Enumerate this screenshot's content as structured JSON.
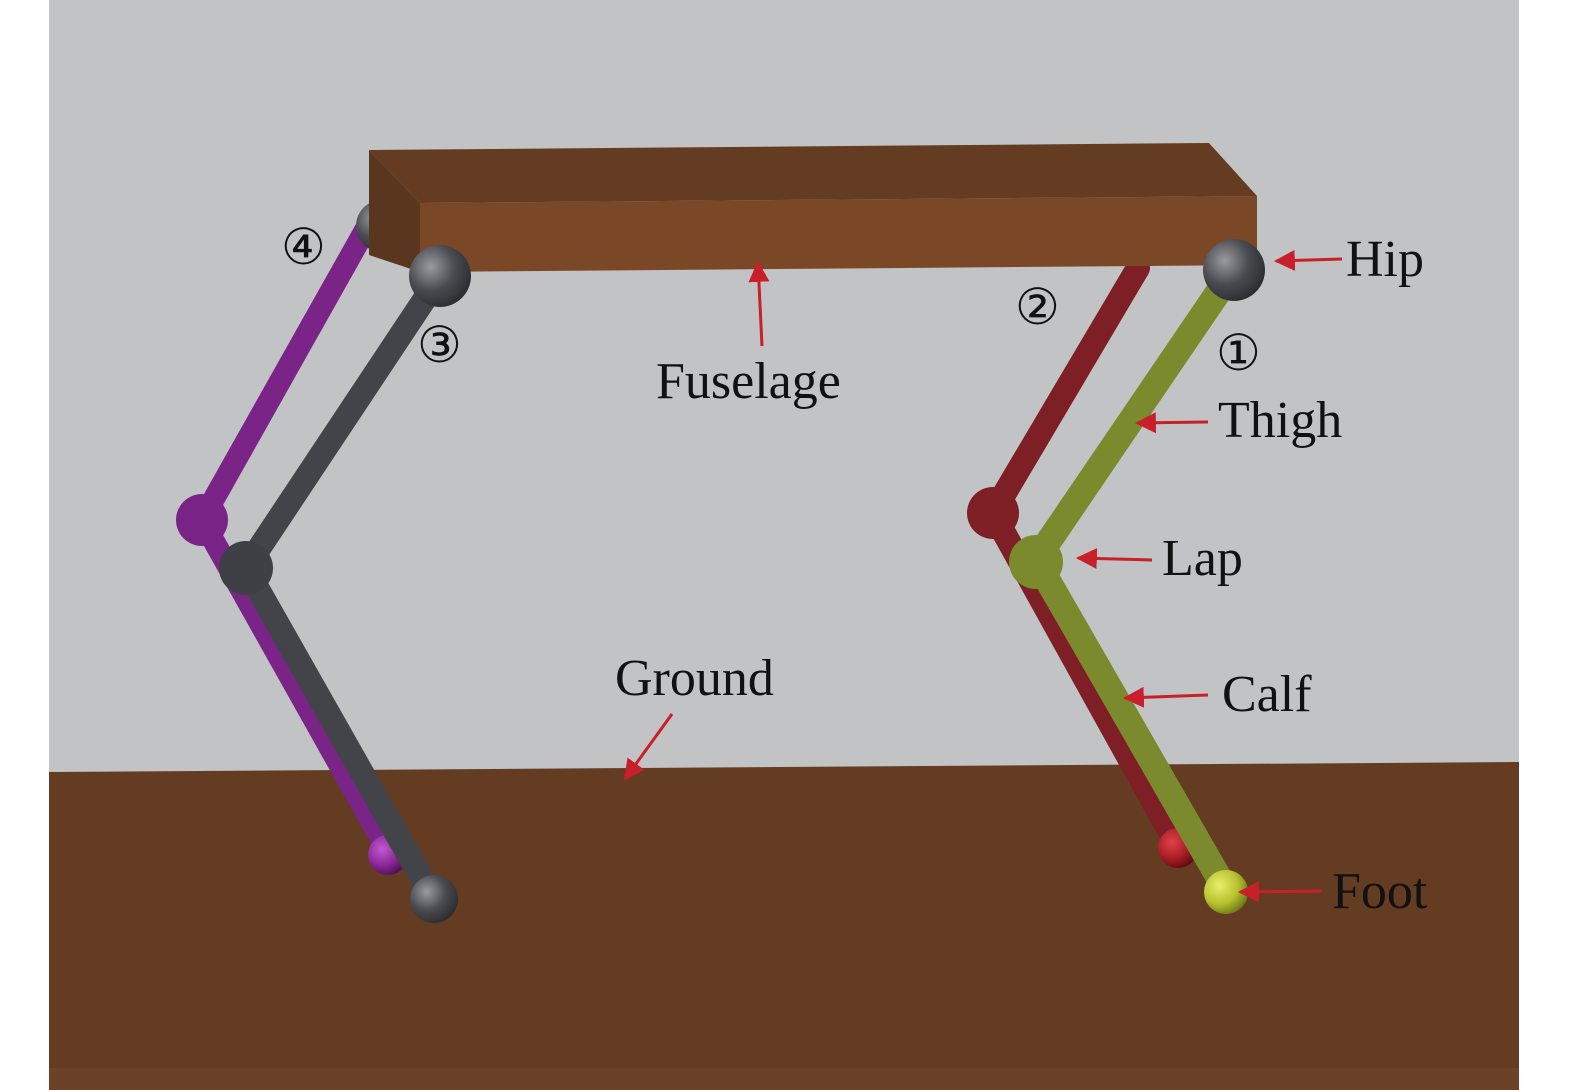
{
  "labels": {
    "hip": "Hip",
    "thigh": "Thigh",
    "lap": "Lap",
    "calf": "Calf",
    "foot": "Foot",
    "fuselage": "Fuselage",
    "ground": "Ground"
  },
  "leg_numbers": {
    "leg1": "①",
    "leg2": "②",
    "leg3": "③",
    "leg4": "④"
  },
  "colors": {
    "background_wall": "#c2c3c5",
    "ground": "#633c22",
    "fuselage_top": "#633c22",
    "fuselage_front": "#7a4827",
    "annotation_arrow": "#c8202a",
    "leg1": "#7c8a2e",
    "leg2": "#7d1f24",
    "leg3": "#434449",
    "leg4": "#7a2488",
    "joint": "#4a4b50",
    "foot1": "#b7c22e"
  }
}
